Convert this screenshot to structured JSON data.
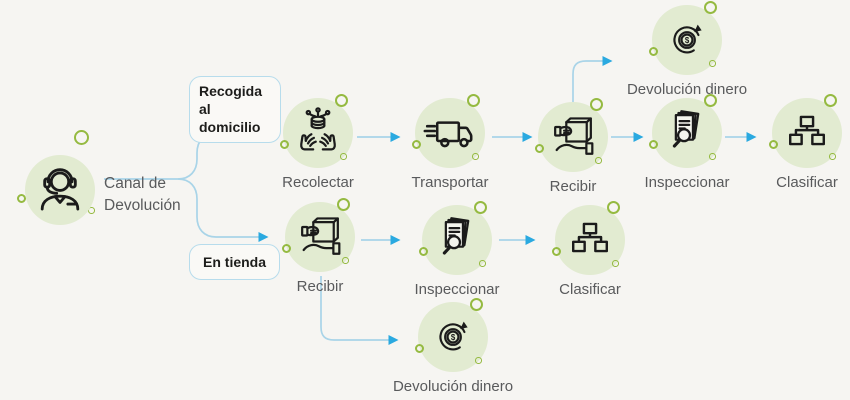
{
  "colors": {
    "page_bg": "#f6f5f2",
    "line_blue": "#a9d4e8",
    "accent_blue": "#2aa9e0",
    "ring_green": "#95ba41",
    "circle_bg": "#e2ebd1",
    "icon_stroke": "#1b1b1b",
    "label_gray": "#595a5c",
    "label_dark": "#1d1d1b",
    "tag_border": "#b7dcec",
    "tag_bg": "#faf9f6"
  },
  "root": {
    "label": "Canal de Devolución",
    "icon": "support-agent-icon"
  },
  "tags": {
    "home_pickup": "Recogida al domicilio",
    "in_store": "En tienda"
  },
  "money_symbol": "$",
  "nodes": {
    "recolectar": {
      "label": "Recolectar",
      "icon": "hands-collect-icon"
    },
    "transportar": {
      "label": "Transportar",
      "icon": "delivery-truck-icon"
    },
    "recibir_top": {
      "label": "Recibir",
      "icon": "hand-receive-box-icon"
    },
    "devolucion_top": {
      "label": "Devolución dinero",
      "icon": "money-refund-icon"
    },
    "inspeccionar_top": {
      "label": "Inspeccionar",
      "icon": "inspect-documents-icon"
    },
    "clasificar_top": {
      "label": "Clasificar",
      "icon": "sitemap-classify-icon"
    },
    "recibir_bottom": {
      "label": "Recibir",
      "icon": "hand-receive-box-icon"
    },
    "inspeccionar_bottom": {
      "label": "Inspeccionar",
      "icon": "inspect-documents-icon"
    },
    "clasificar_bottom": {
      "label": "Clasificar",
      "icon": "sitemap-classify-icon"
    },
    "devolucion_bottom": {
      "label": "Devolución dinero",
      "icon": "money-refund-icon"
    }
  }
}
